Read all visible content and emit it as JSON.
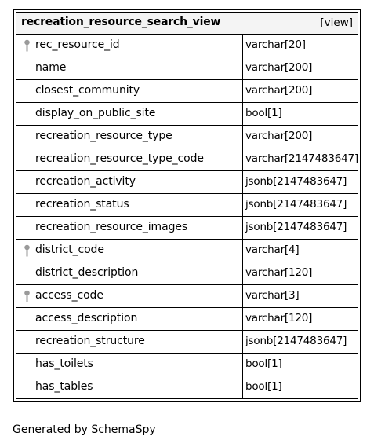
{
  "entity": {
    "name": "recreation_resource_search_view",
    "kind": "[view]",
    "columns": [
      {
        "name": "rec_resource_id",
        "type": "varchar[20]",
        "key_icon": "key-icon"
      },
      {
        "name": "name",
        "type": "varchar[200]"
      },
      {
        "name": "closest_community",
        "type": "varchar[200]"
      },
      {
        "name": "display_on_public_site",
        "type": "bool[1]"
      },
      {
        "name": "recreation_resource_type",
        "type": "varchar[200]"
      },
      {
        "name": "recreation_resource_type_code",
        "type": "varchar[2147483647]"
      },
      {
        "name": "recreation_activity",
        "type": "jsonb[2147483647]"
      },
      {
        "name": "recreation_status",
        "type": "jsonb[2147483647]"
      },
      {
        "name": "recreation_resource_images",
        "type": "jsonb[2147483647]"
      },
      {
        "name": "district_code",
        "type": "varchar[4]",
        "key_icon": "key-icon"
      },
      {
        "name": "district_description",
        "type": "varchar[120]"
      },
      {
        "name": "access_code",
        "type": "varchar[3]",
        "key_icon": "key-icon"
      },
      {
        "name": "access_description",
        "type": "varchar[120]"
      },
      {
        "name": "recreation_structure",
        "type": "jsonb[2147483647]"
      },
      {
        "name": "has_toilets",
        "type": "bool[1]"
      },
      {
        "name": "has_tables",
        "type": "bool[1]"
      }
    ]
  },
  "footer": {
    "text": "Generated by SchemaSpy"
  },
  "colors": {
    "border": "#000000",
    "header_bg": "#f4f4f4",
    "key_icon": "#9a9a9a"
  }
}
